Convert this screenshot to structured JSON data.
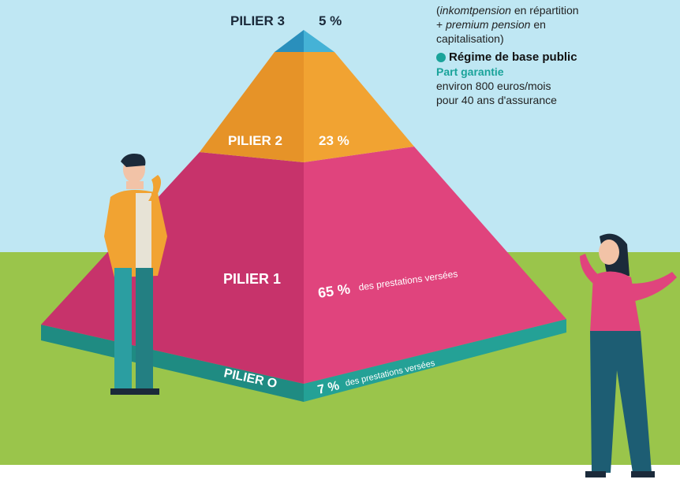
{
  "pillars": {
    "p3": {
      "name": "PILIER 3",
      "value": "5 %"
    },
    "p2": {
      "name": "PILIER 2",
      "value": "23 %"
    },
    "p1": {
      "name": "PILIER 1",
      "value": "65 %",
      "note": "des prestations versées"
    },
    "p0": {
      "name": "PILIER O",
      "value": "7 %",
      "note": "des prestations versées"
    }
  },
  "legend": {
    "line1_italic": "inkomtpension",
    "line1_rest": " en répartition",
    "line2_prefix": "+ ",
    "line2_italic": "premium pension",
    "line2_rest": " en",
    "line3": "capitalisation)",
    "line1_paren": "(",
    "base_title": "Régime de base public",
    "base_subtitle": "Part garantie",
    "base_line1": "environ 800 euros/mois",
    "base_line2": "pour 40 ans d'assurance"
  },
  "colors": {
    "sky": "#bfe7f3",
    "grass": "#9ac54b",
    "pillar3": "#2f9ec9",
    "pillar2": "#f1a332",
    "pillar1": "#e0447d",
    "pillar0": "#1f8b82",
    "accent": "#1aa39a"
  }
}
